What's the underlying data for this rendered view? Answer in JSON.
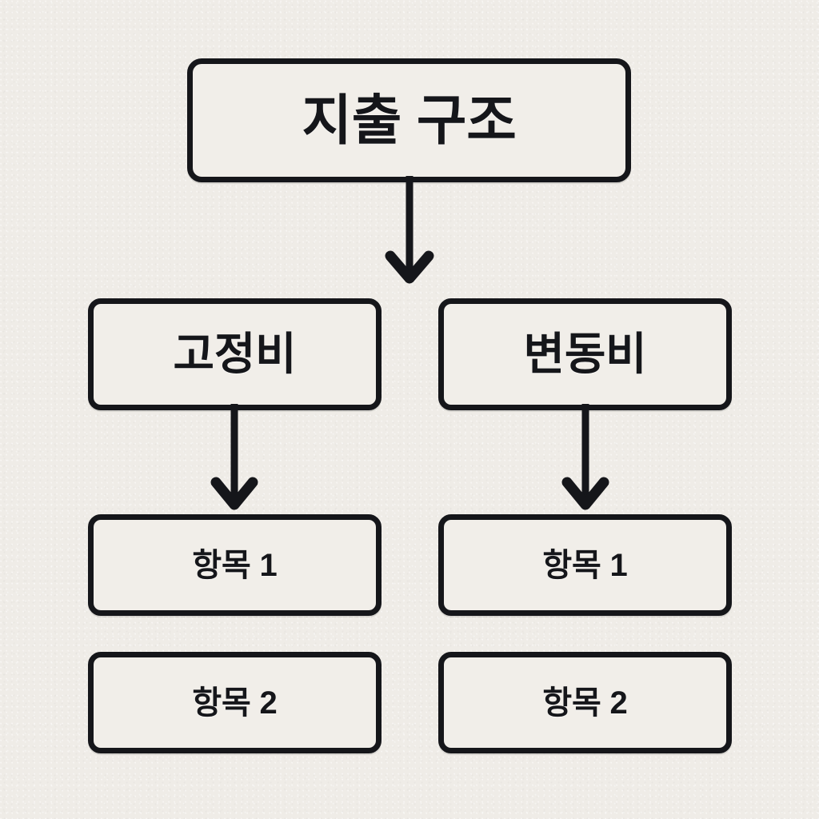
{
  "diagram": {
    "title": "지출 구조",
    "type": "org-chart",
    "background_color": "#efece7",
    "box_fill_color": "#f1eee9",
    "stroke_color": "#15161a",
    "root": {
      "id": "root",
      "label": "지출 구조"
    },
    "branches": [
      {
        "id": "fixed",
        "label": "고정비",
        "items": [
          {
            "id": "fixed-item-1",
            "label": "항목 1"
          },
          {
            "id": "fixed-item-2",
            "label": "항목 2"
          }
        ]
      },
      {
        "id": "variable",
        "label": "변동비",
        "items": [
          {
            "id": "variable-item-1",
            "label": "항목 1"
          },
          {
            "id": "variable-item-2",
            "label": "항목 2"
          }
        ]
      }
    ],
    "connectors": [
      {
        "id": "root-split",
        "from": "root",
        "to": "fixed-and-variable",
        "style": "elbow-arrow-down"
      },
      {
        "id": "fixed-to-items",
        "from": "fixed",
        "to": "fixed-item-1",
        "style": "elbow-arrow-down"
      },
      {
        "id": "variable-to-items",
        "from": "variable",
        "to": "variable-item-1",
        "style": "elbow-arrow-down"
      }
    ]
  }
}
